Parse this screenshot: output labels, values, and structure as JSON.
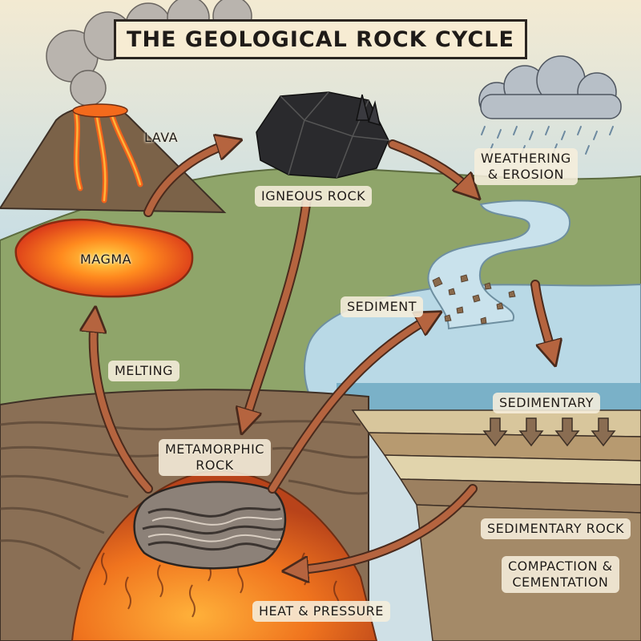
{
  "title": "THE GEOLOGICAL ROCK CYCLE",
  "colors": {
    "sky": "#cfe0e6",
    "hills": "#8fa56a",
    "water": "#b9d9e6",
    "magma": "#f36a1c",
    "rock": "#7b6248",
    "arrow": "#b5643f"
  },
  "labels": {
    "lava": "LAVA",
    "igneous": "IGNEOUS ROCK",
    "weathering_line1": "WEATHERING",
    "weathering_line2": "& EROSION",
    "magma": "MAGMA",
    "sediment": "SEDIMENT",
    "melting": "MELTING",
    "sedimentary": "SEDIMENTARY",
    "metamorphic_line1": "METAMORPHIC",
    "metamorphic_line2": "ROCK",
    "sedimentary_rock": "SEDIMENTARY ROCK",
    "compaction_line1": "COMPACTION &",
    "compaction_line2": "CEMENTATION",
    "heat_pressure": "HEAT & PRESSURE"
  },
  "icons": [
    "volcano-icon",
    "smoke-cloud-icon",
    "rain-cloud-icon",
    "igneous-rock-icon",
    "metamorphic-rock-icon"
  ]
}
